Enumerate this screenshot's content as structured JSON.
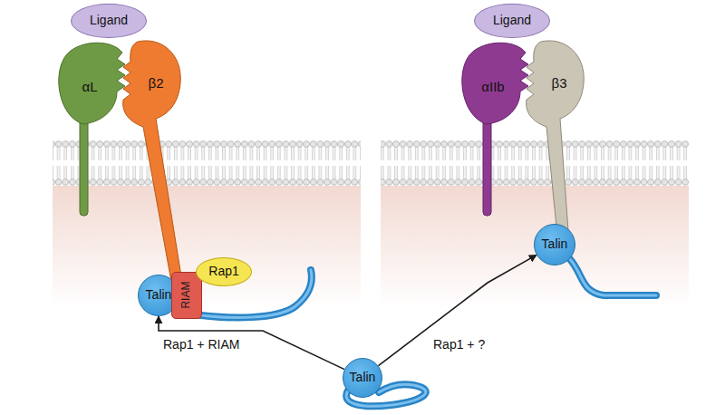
{
  "diagram": {
    "nodes": [
      {
        "text": [
          "Ligand"
        ]
      },
      {
        "text": [
          "αL"
        ]
      },
      {
        "text": [
          "β2"
        ]
      },
      {
        "text": [
          "Talin"
        ]
      },
      {
        "text": [
          "RIAM"
        ]
      },
      {
        "text": [
          "Rap1"
        ]
      },
      {
        "text": [
          "Ligand"
        ]
      },
      {
        "text": [
          "αIIb"
        ]
      },
      {
        "text": [
          "β3"
        ]
      },
      {
        "text": [
          "Talin"
        ]
      },
      {
        "text": [
          "Talin"
        ]
      }
    ],
    "edges": [
      {
        "from": 10,
        "to": 3,
        "arrow": "to",
        "label": "Rap1 + RIAM"
      },
      {
        "from": 10,
        "to": 9,
        "arrow": "to",
        "label": "Rap1 + ?"
      }
    ]
  }
}
